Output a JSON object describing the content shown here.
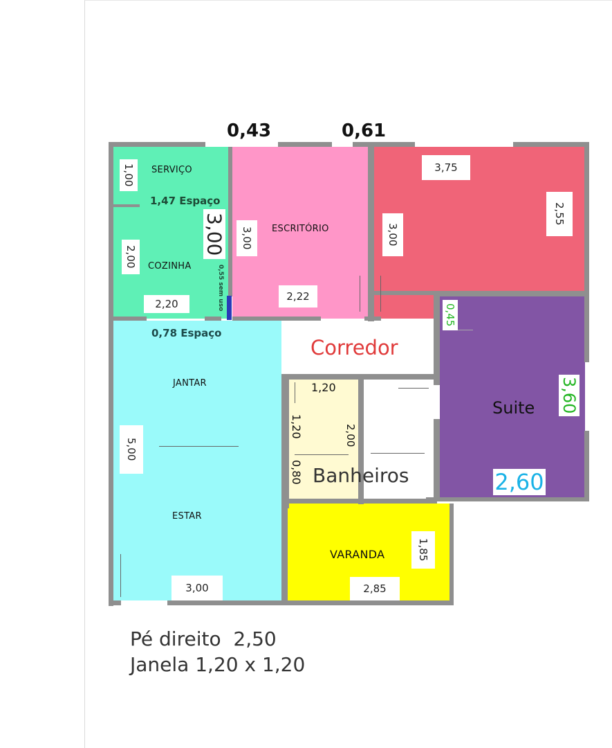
{
  "top_dimensions": {
    "left": "0,43",
    "right": "0,61"
  },
  "rooms": {
    "servico": {
      "name": "SERVIÇO",
      "dim_height": "1,00"
    },
    "cozinha": {
      "name": "COZINHA",
      "dim_height": "2,00",
      "dim_width": "2,20",
      "dim_total": "3,00"
    },
    "escritorio": {
      "name": "ESCRITÓRIO",
      "dim_height": "3,00",
      "dim_width": "2,22"
    },
    "quarto": {
      "dim_width": "3,75",
      "dim_height": "3,00",
      "dim_side": "2,55"
    },
    "suite": {
      "name": "Suite",
      "dim_height": "3,60",
      "dim_width": "2,60",
      "dim_small": "0,45"
    },
    "sala": {
      "name_top": "JANTAR",
      "name_bottom": "ESTAR",
      "dim_height": "5,00",
      "dim_width": "3,00"
    },
    "banheiros": {
      "name": "Banheiros",
      "dim_a": "1,20",
      "dim_b": "1,20",
      "dim_c": "2,00",
      "dim_d": "0,80"
    },
    "varanda": {
      "name": "VARANDA",
      "dim_height": "1,85",
      "dim_width": "2,85"
    },
    "corredor": {
      "name": "Corredor"
    }
  },
  "annotations": {
    "espaco_1": "1,47 Espaço",
    "espaco_2": "0,78 Espaço",
    "sem_uso": "0,55 sem uso"
  },
  "notes": {
    "pe_direito": "Pé direito  2,50",
    "janela": "Janela 1,20 x 1,20"
  },
  "colors": {
    "servico_cozinha": "#5ff0b6",
    "escritorio": "#ff96c8",
    "quarto": "#f06478",
    "suite": "#8255a5",
    "sala": "#9afafa",
    "banheiro": "#fffad2",
    "varanda": "#ffff00",
    "wall": "#8f8f8f",
    "corredor_text": "#e03a3a",
    "suite_height_text": "#22b522",
    "suite_width_text": "#1ab2e6",
    "dark_blue_mark": "#2a3ab8"
  }
}
